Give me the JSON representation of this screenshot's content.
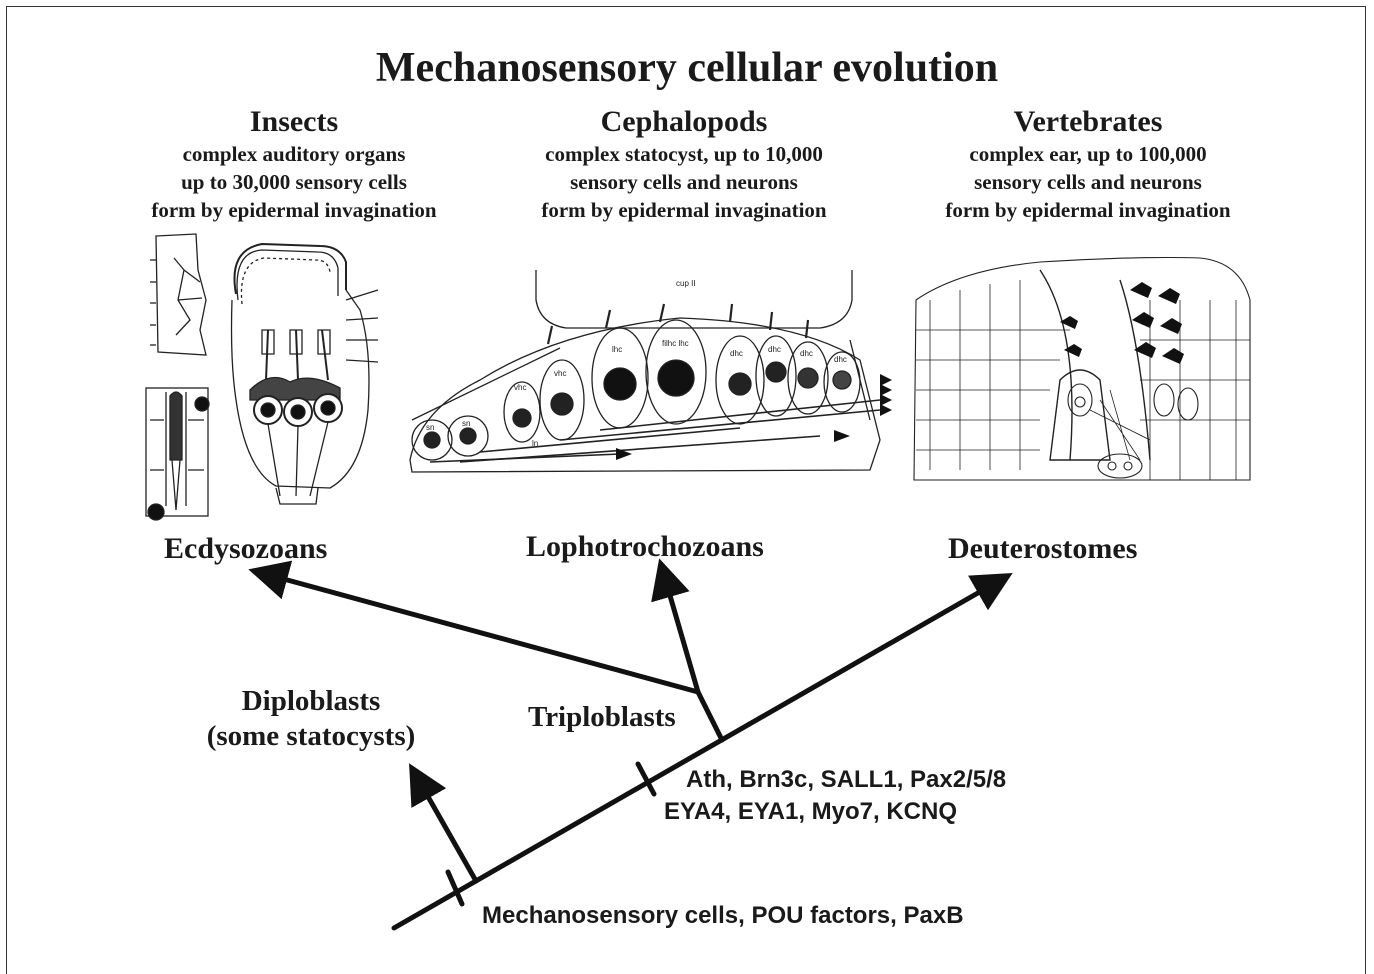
{
  "title": "Mechanosensory cellular evolution",
  "groups": [
    {
      "name": "Insects",
      "lines": [
        "complex auditory organs",
        "up to 30,000 sensory cells",
        "form by epidermal invagination"
      ]
    },
    {
      "name": "Cephalopods",
      "lines": [
        "complex statocyst, up to 10,000",
        "sensory cells and neurons",
        "form by epidermal invagination"
      ]
    },
    {
      "name": "Vertebrates",
      "lines": [
        "complex ear, up to 100,000",
        "sensory cells and neurons",
        "form by epidermal invagination"
      ]
    }
  ],
  "clades": {
    "ecdysozoans": "Ecdysozoans",
    "lophotrochozoans": "Lophotrochozoans",
    "deuterostomes": "Deuterostomes"
  },
  "nodes": {
    "diploblasts": [
      "Diploblasts",
      "(some statocysts)"
    ],
    "triploblasts": "Triploblasts"
  },
  "characters": {
    "triploblast_line1": "Ath, Brn3c, SALL1, Pax2/5/8",
    "triploblast_line2": "EYA4, EYA1, Myo7, KCNQ",
    "root": "Mechanosensory cells, POU factors, PaxB"
  },
  "illustration_labels": {
    "cephalopod_cup": "cup II",
    "cells": [
      "sn",
      "sn",
      "vhc",
      "vhc",
      "ln",
      "lhc",
      "filhc lhc",
      "dhc",
      "dhc",
      "dhc",
      "dhc"
    ]
  }
}
